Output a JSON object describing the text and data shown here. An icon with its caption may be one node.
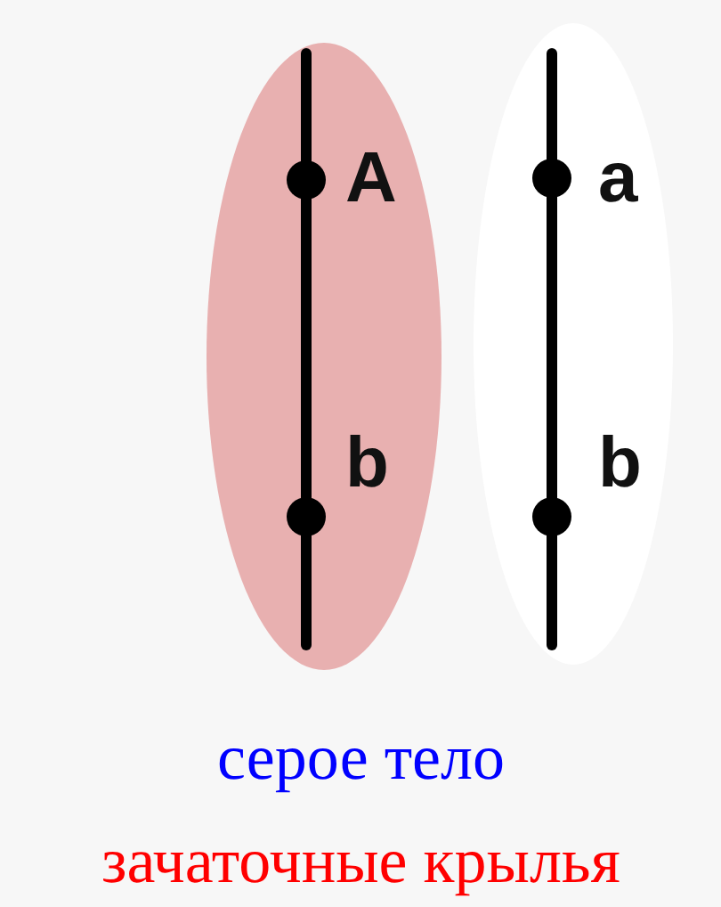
{
  "diagram": {
    "labels": [
      "A",
      "b",
      "a",
      "b",
      "серое тело",
      "зачаточные крылья"
    ]
  }
}
